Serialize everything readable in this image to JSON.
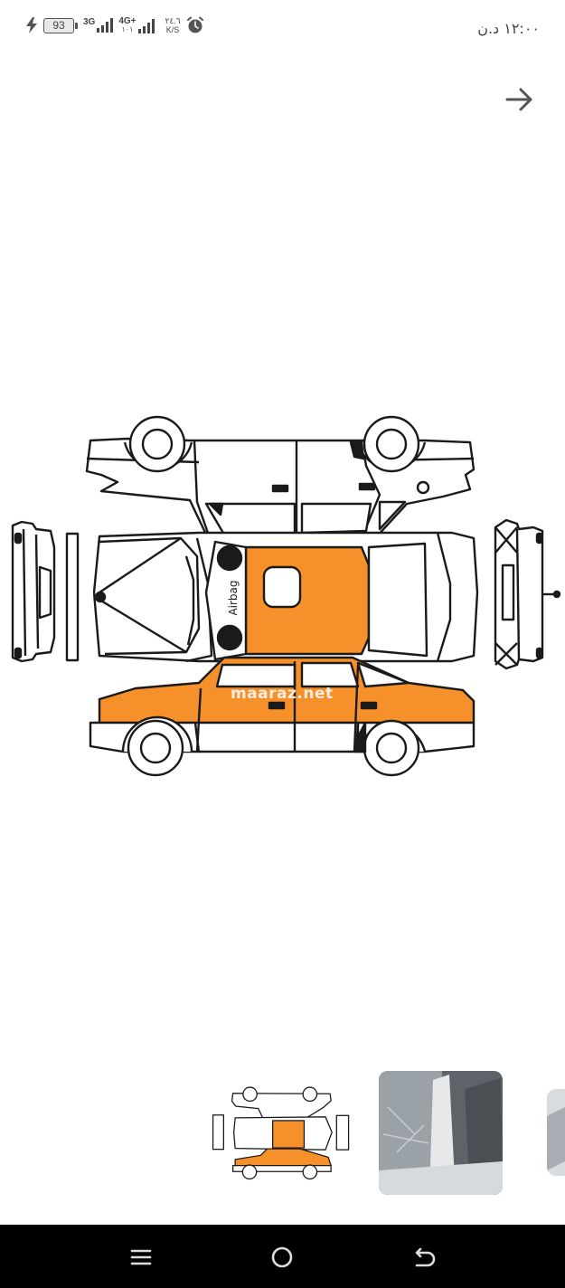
{
  "status_bar": {
    "battery_level": "93",
    "network_1": "3G",
    "network_2": "4G+",
    "network_2_sub": "١٠١",
    "speed_value": "٢٤.٦",
    "speed_unit": "K/S",
    "time": "١٢:٠٠ د.ن",
    "icons": [
      "charging-bolt-icon",
      "battery-icon",
      "signal-icon",
      "alarm-clock-icon"
    ]
  },
  "header": {
    "back_icon": "arrow-right-icon"
  },
  "diagram": {
    "airbag_label": "Airbag",
    "watermark": "maaraz.net",
    "highlight_color": "#f5902a",
    "outline_color": "#1a1a1a"
  },
  "thumbnails": [
    {
      "name": "car-diagram-thumbnail",
      "selected": true
    },
    {
      "name": "windshield-photo-thumbnail",
      "selected": false
    },
    {
      "name": "car-photo-thumbnail",
      "selected": false
    }
  ],
  "nav_bar": {
    "icons": [
      "menu-icon",
      "home-circle-icon",
      "back-icon"
    ]
  }
}
